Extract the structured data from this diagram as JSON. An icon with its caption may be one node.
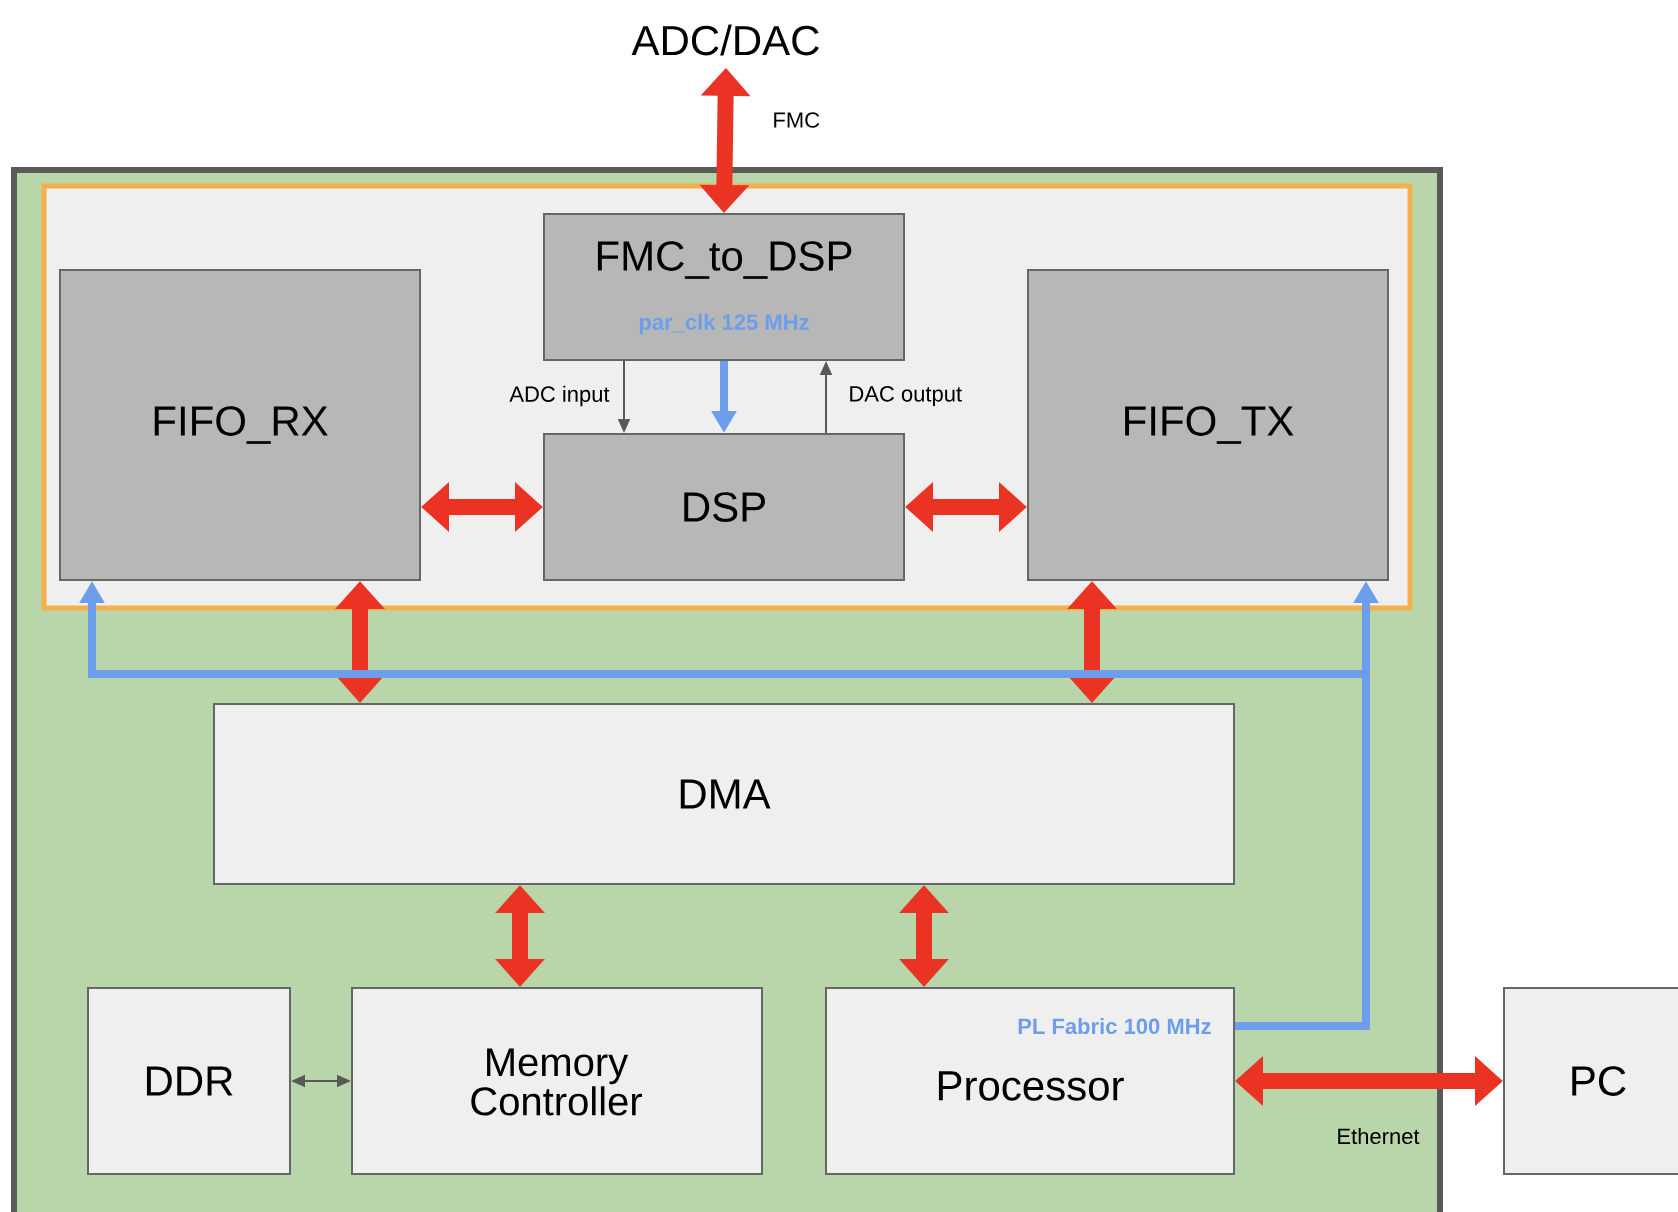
{
  "diagram": {
    "nodes": [
      {
        "text": [
          "ADC/DAC"
        ]
      },
      {
        "text": [],
        "shape": "box"
      },
      {
        "text": [],
        "shape": "box",
        "in": 1
      },
      {
        "text": [
          "FMC_to_DSP",
          "par_clk 125 MHz"
        ],
        "in": 2
      },
      {
        "text": [
          "FIFO_RX"
        ],
        "in": 2
      },
      {
        "text": [
          "DSP"
        ],
        "in": 2
      },
      {
        "text": [
          "FIFO_TX"
        ],
        "in": 2
      },
      {
        "text": [
          "DMA"
        ],
        "in": 1
      },
      {
        "text": [
          "DDR"
        ],
        "in": 1
      },
      {
        "text": [
          "Memory Controller"
        ],
        "in": 1
      },
      {
        "text": [
          "PL Fabric 100 MHz",
          "Processor"
        ],
        "in": 1
      },
      {
        "text": [
          "PC"
        ]
      }
    ],
    "edges": [
      {
        "from": 0,
        "to": 3,
        "arrow": "both",
        "label": "FMC"
      },
      {
        "from": 3,
        "to": 5,
        "arrow": "to",
        "label": "ADC input",
        "color": "#595959"
      },
      {
        "from": 3,
        "to": 5,
        "arrow": "to",
        "color": "#6d9eeb"
      },
      {
        "from": 5,
        "to": 3,
        "arrow": "to",
        "label": "DAC output",
        "color": "#595959"
      },
      {
        "from": 4,
        "to": 5,
        "arrow": "both"
      },
      {
        "from": 5,
        "to": 6,
        "arrow": "both"
      },
      {
        "from": 4,
        "to": 7,
        "arrow": "both"
      },
      {
        "from": 6,
        "to": 7,
        "arrow": "both"
      },
      {
        "from": 7,
        "to": 9,
        "arrow": "both"
      },
      {
        "from": 7,
        "to": 10,
        "arrow": "both"
      },
      {
        "from": 8,
        "to": 9,
        "arrow": "both",
        "color": "#595959"
      },
      {
        "from": 10,
        "to": 11,
        "arrow": "both",
        "label": "Ethernet"
      },
      {
        "from": 10,
        "to": 6,
        "arrow": "to",
        "color": "#6d9eeb"
      },
      {
        "from": 10,
        "to": 4,
        "arrow": "to",
        "color": "#6d9eeb"
      }
    ]
  }
}
